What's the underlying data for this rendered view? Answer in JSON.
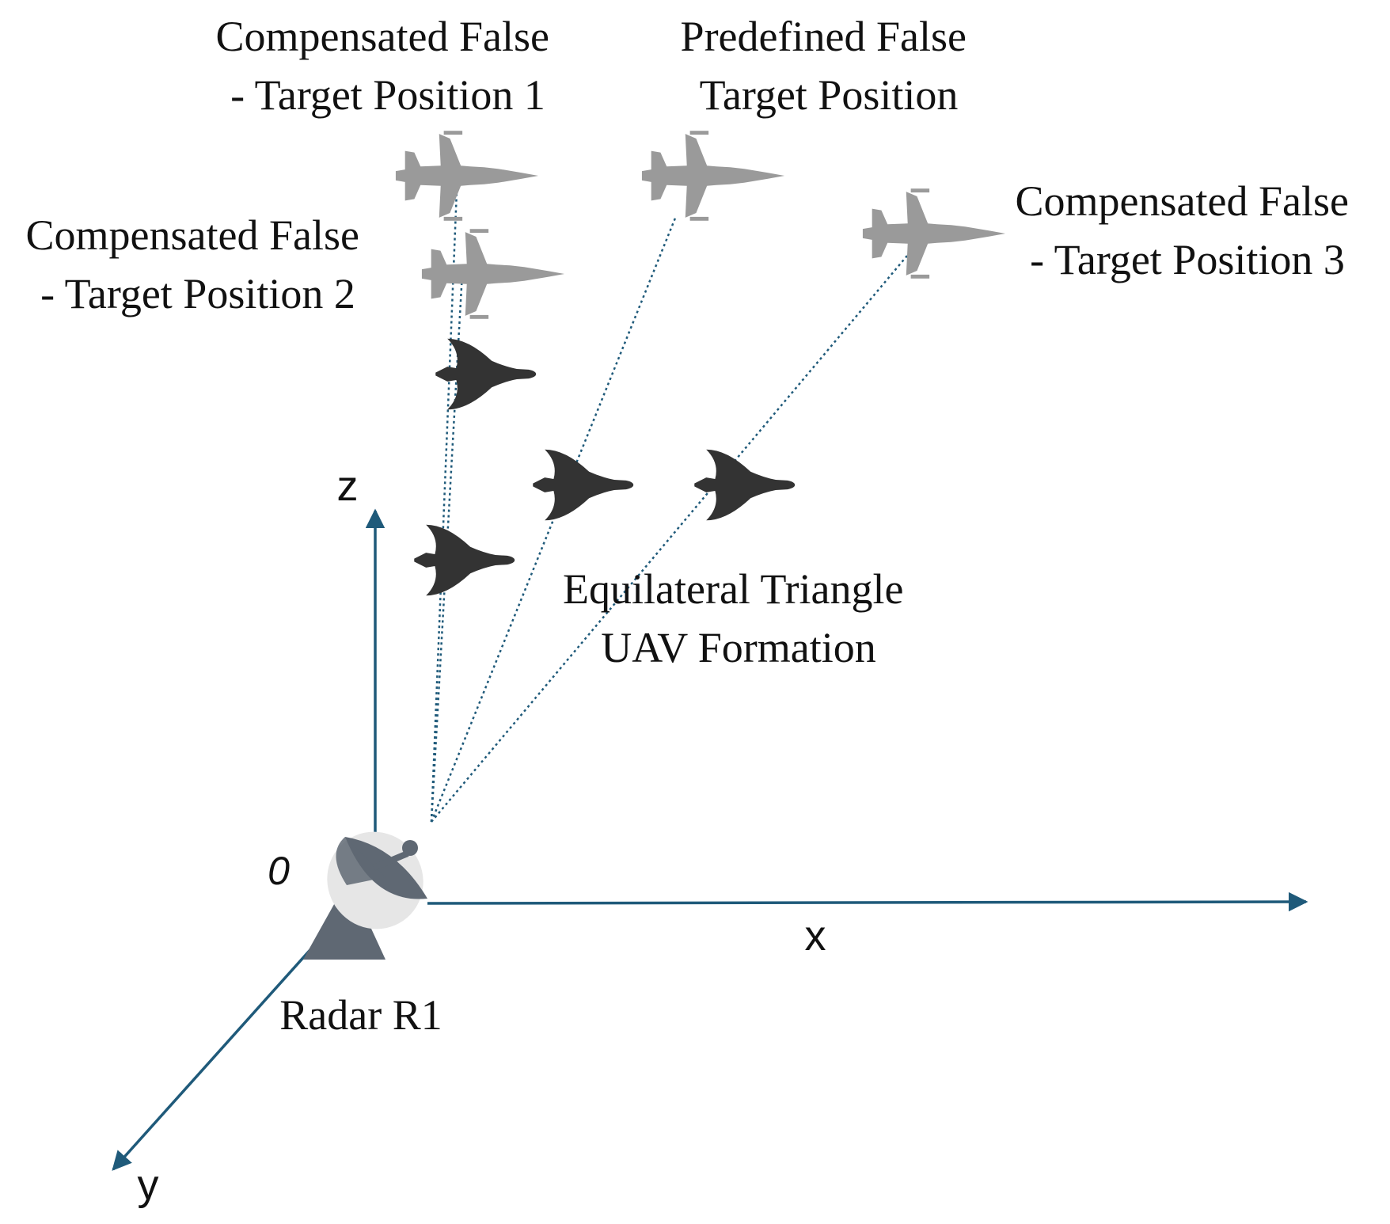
{
  "labels": {
    "compensated_1": [
      "Compensated False",
      "- Target Position 1"
    ],
    "predefined": [
      "Predefined False",
      "Target Position"
    ],
    "compensated_2": [
      "Compensated False",
      "- Target Position 2"
    ],
    "compensated_3": [
      "Compensated False",
      "- Target Position 3"
    ],
    "formation": [
      "Equilateral Triangle",
      "UAV Formation"
    ],
    "radar": "Radar R1"
  },
  "axes": {
    "x": "x",
    "y": "y",
    "z": "z",
    "origin": "0"
  },
  "colors": {
    "axis": "#1f5a7a",
    "sight_line": "#1f5a7a",
    "false_target": "#9a9a9a",
    "uav": "#333333",
    "radar_dark": "#5f6873",
    "radar_light": "#e6e6e6"
  },
  "icons": {
    "false_target": "fighter-jet-icon",
    "uav": "stealth-uav-icon",
    "radar": "radar-dish-icon"
  }
}
